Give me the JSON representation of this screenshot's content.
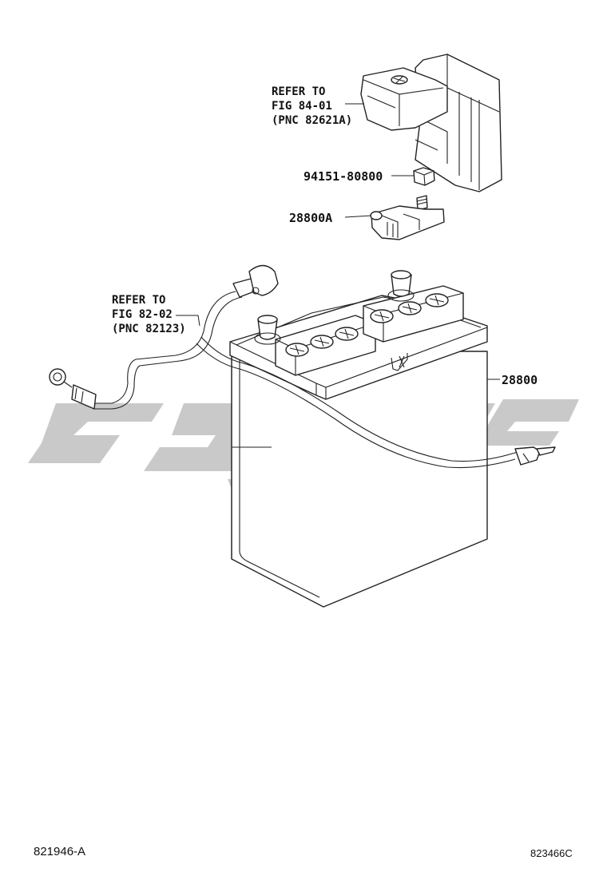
{
  "labels": {
    "fuse_block_ref": {
      "line1": "REFER TO",
      "line2": "FIG 84-01",
      "line3": "(PNC 82621A)"
    },
    "cable_ref": {
      "line1": "REFER TO",
      "line2": "FIG 82-02",
      "line3": "(PNC 82123)"
    },
    "nut_part": "94151-80800",
    "terminal_part": "28800A",
    "battery_part": "28800"
  },
  "footer": {
    "left_code": "821946-A",
    "right_code": "823466C"
  },
  "colors": {
    "line": "#222222",
    "watermark": "#c9c9c9",
    "background": "#ffffff"
  }
}
